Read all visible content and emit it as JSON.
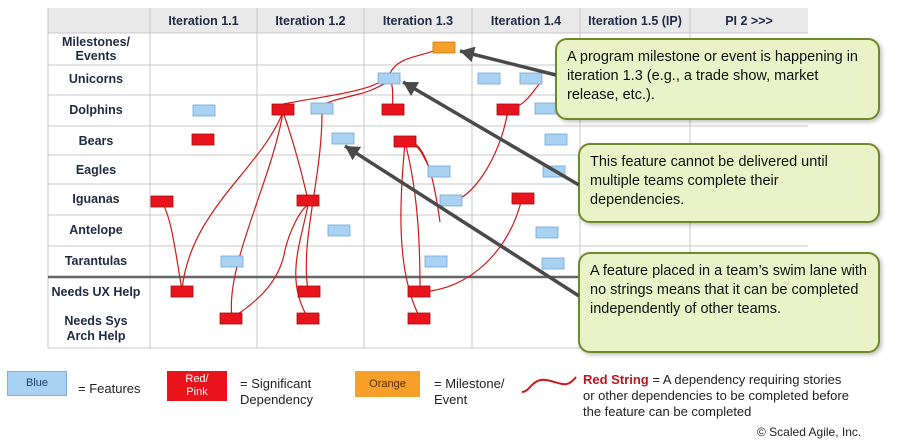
{
  "columns": [
    "Iteration 1.1",
    "Iteration 1.2",
    "Iteration 1.3",
    "Iteration 1.4",
    "Iteration 1.5 (IP)",
    "PI 2 >>>"
  ],
  "rows": [
    "Milestones/ Events",
    "Unicorns",
    "Dolphins",
    "Bears",
    "Eagles",
    "Iguanas",
    "Antelope",
    "Tarantulas",
    "Needs UX Help",
    "Needs Sys Arch Help"
  ],
  "colors": {
    "feature": "#a9d2f2",
    "dependency": "#e8131b",
    "milestone": "#f6a02a",
    "string": "#d01818",
    "callout_fill": "#eaf2c8",
    "callout_border": "#6f8a2a"
  },
  "callouts": [
    "A program milestone or event is happening in iteration 1.3 (e.g., a trade show, market release, etc.).",
    "This feature cannot be delivered until multiple teams complete their dependencies.",
    "A feature placed in a team’s swim lane with no strings means that it can be completed independently of other teams."
  ],
  "legend": {
    "blue": {
      "swatch": "Blue",
      "label": "= Features"
    },
    "red": {
      "swatch": "Red/ Pink",
      "label": "= Significant Dependency"
    },
    "orange": {
      "swatch": "Orange",
      "label": "= Milestone/ Event"
    },
    "string": {
      "title": "Red String",
      "label": "= A dependency requiring stories or other dependencies to be completed before the feature can be completed"
    }
  },
  "copyright": "© Scaled Agile, Inc."
}
